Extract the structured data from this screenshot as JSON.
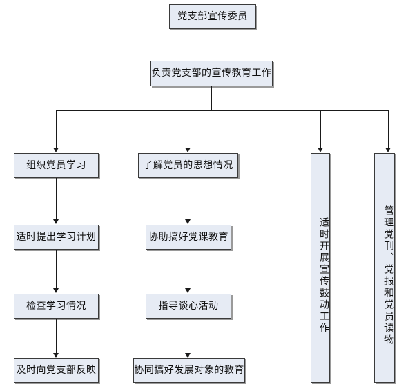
{
  "diagram": {
    "title_node": {
      "label": "党支部宣传委员"
    },
    "duty_node": {
      "label": "负责党支部的宣传教育工作"
    },
    "branches": [
      {
        "id": "branch-1",
        "orientation": "horizontal",
        "steps": [
          {
            "label": "组织党员学习"
          },
          {
            "label": "适时提出学习计划"
          },
          {
            "label": "检查学习情况"
          },
          {
            "label": "及时向党支部反映"
          }
        ]
      },
      {
        "id": "branch-2",
        "orientation": "horizontal",
        "steps": [
          {
            "label": "了解党员的思想情况"
          },
          {
            "label": "协助搞好党课教育"
          },
          {
            "label": "指导谈心活动"
          },
          {
            "label": "协同搞好发展对象的教育"
          }
        ]
      },
      {
        "id": "branch-3",
        "orientation": "vertical",
        "steps": [
          {
            "label": "适时开展宣传鼓动工作"
          }
        ]
      },
      {
        "id": "branch-4",
        "orientation": "vertical",
        "steps": [
          {
            "label": "管理党刊、党报和党员读物"
          }
        ]
      }
    ],
    "colors": {
      "node_fill": "#e6ebf4",
      "node_border": "#3a3a3a",
      "node_shadow": "#9a9a9a",
      "connector": "#1a1a1a",
      "text": "#111111",
      "background": "#ffffff"
    }
  }
}
